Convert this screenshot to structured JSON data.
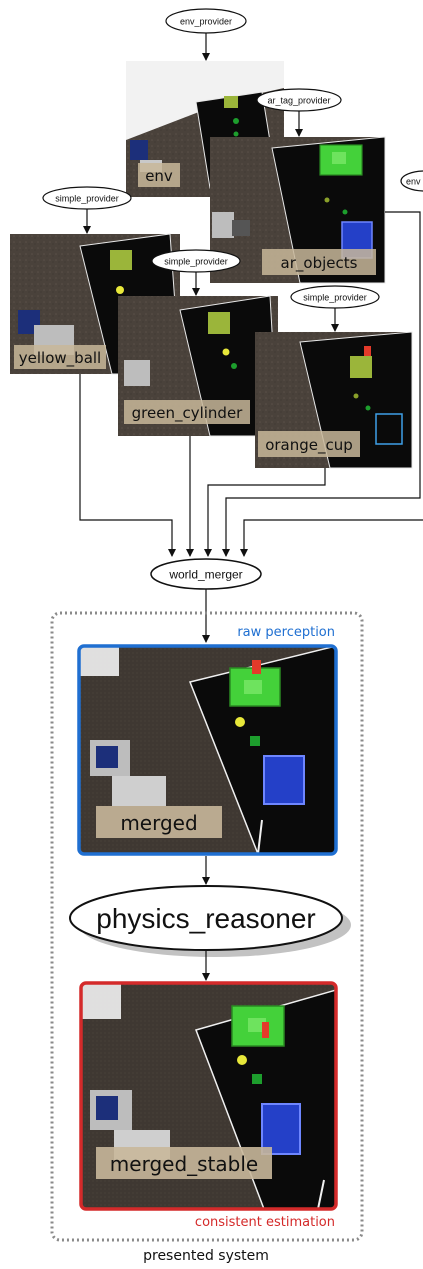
{
  "nodes": {
    "env_provider": "env_provider",
    "ar_tag_provider": "ar_tag_provider",
    "env_right": "env",
    "simple_provider_1": "simple_provider",
    "simple_provider_2": "simple_provider",
    "simple_provider_3": "simple_provider",
    "world_merger": "world_merger",
    "physics_reasoner": "physics_reasoner"
  },
  "scenes": {
    "env": "env",
    "ar_objects": "ar_objects",
    "yellow_ball": "yellow_ball",
    "green_cylinder": "green_cylinder",
    "orange_cup": "orange_cup",
    "merged": "merged",
    "merged_stable": "merged_stable"
  },
  "captions": {
    "raw_perception": "raw perception",
    "consistent_estimation": "consistent estimation",
    "presented_system": "presented system"
  },
  "colors": {
    "raw_perception": "#1f6fd1",
    "consistent_estimation": "#d42a2a",
    "floor": "#4a423b",
    "table": "#0a0a0a",
    "cube": "#44d13a",
    "crate": "#2440c8"
  }
}
